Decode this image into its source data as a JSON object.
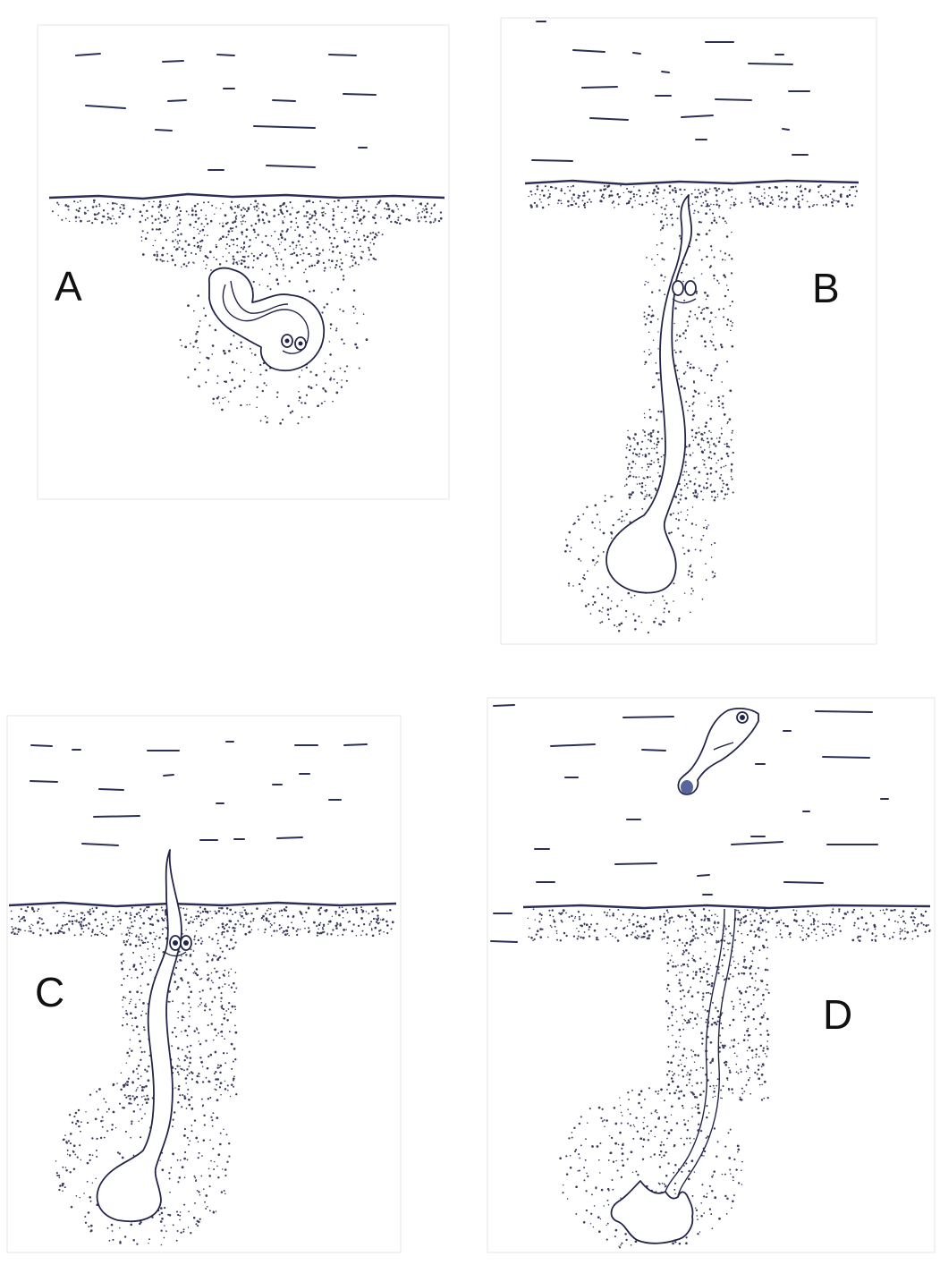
{
  "figure": {
    "panels": [
      {
        "id": "A",
        "label": "A",
        "stage": "coiled-in-sediment"
      },
      {
        "id": "B",
        "label": "B",
        "stage": "head-at-surface"
      },
      {
        "id": "C",
        "label": "C",
        "stage": "head-emerging"
      },
      {
        "id": "D",
        "label": "D",
        "stage": "larva-swimming-out"
      }
    ],
    "colors": {
      "line": "#23264a",
      "sediment_dots": "#3a3d5c",
      "background": "#ffffff"
    }
  }
}
